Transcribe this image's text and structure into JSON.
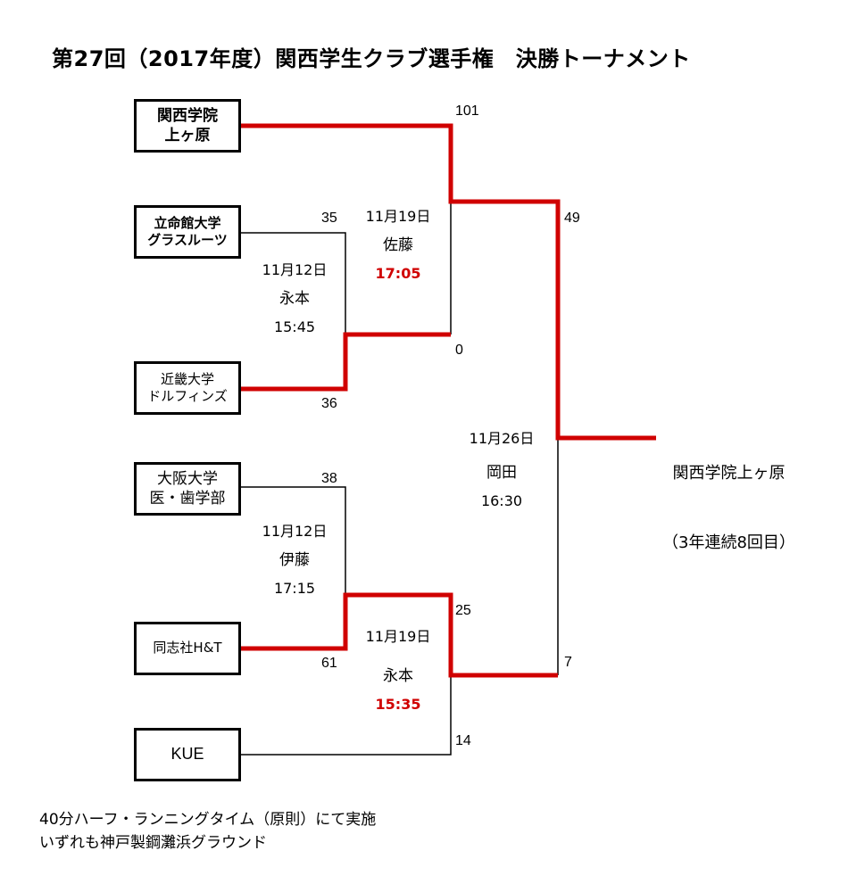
{
  "title": "第27回（2017年度）関西学生クラブ選手権　決勝トーナメント",
  "teams": [
    {
      "line1": "関西学院",
      "line2": "上ヶ原"
    },
    {
      "line1": "立命館大学",
      "line2": "グラスルーツ"
    },
    {
      "line1": "近畿大学",
      "line2": "ドルフィンズ"
    },
    {
      "line1": "大阪大学",
      "line2": "医・歯学部"
    },
    {
      "line1": "同志社H&T",
      "line2": ""
    },
    {
      "line1": "KUE",
      "line2": ""
    }
  ],
  "scores": {
    "kg_semi": "101",
    "rits_q1": "35",
    "kindai_q1": "36",
    "kindai_semi": "0",
    "osaka_q2": "38",
    "doshisha_q2": "61",
    "doshisha_semi": "25",
    "kue_semi": "14",
    "final_top": "49",
    "final_bottom": "7"
  },
  "matches": {
    "q1": {
      "date": "11月12日",
      "ref": "永本",
      "time": "15:45"
    },
    "q2": {
      "date": "11月12日",
      "ref": "伊藤",
      "time": "17:15"
    },
    "semi1": {
      "date": "11月19日",
      "ref": "佐藤",
      "time": "17:05"
    },
    "semi2": {
      "date": "11月19日",
      "ref": "永本",
      "time": "15:35"
    },
    "final": {
      "date": "11月26日",
      "ref": "岡田",
      "time": "16:30"
    }
  },
  "winner": {
    "line1": "関西学院上ヶ原",
    "line2": "（3年連続8回目）"
  },
  "notes": {
    "line1": "40分ハーフ・ランニングタイム（原則）にて実施",
    "line2": "いずれも神戸製鋼灘浜グラウンド"
  },
  "colors": {
    "winner_path": "#d00000",
    "bracket_line": "#000000"
  }
}
